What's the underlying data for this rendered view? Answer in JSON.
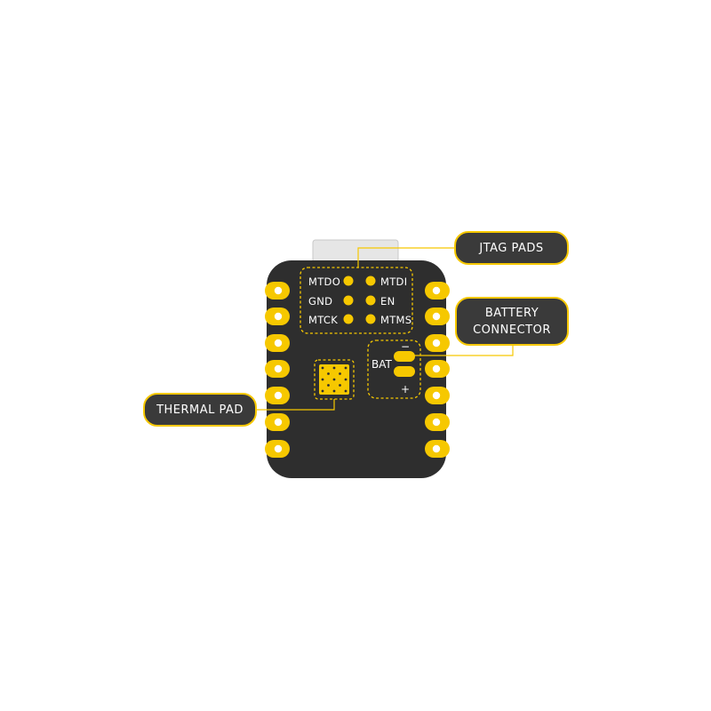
{
  "callouts": {
    "jtag": "JTAG PADS",
    "battery_line1": "BATTERY",
    "battery_line2": "CONNECTOR",
    "thermal": "THERMAL PAD"
  },
  "jtag_pins": {
    "left": [
      "MTDO",
      "GND",
      "MTCK"
    ],
    "right": [
      "MTDI",
      "EN",
      "MTMS"
    ]
  },
  "battery": {
    "label": "BAT",
    "minus": "−",
    "plus": "+"
  },
  "colors": {
    "board": "#2e2e2e",
    "accent": "#f6c800",
    "callout_bg": "#3a3a3a",
    "connector": "#e6e6e6"
  }
}
